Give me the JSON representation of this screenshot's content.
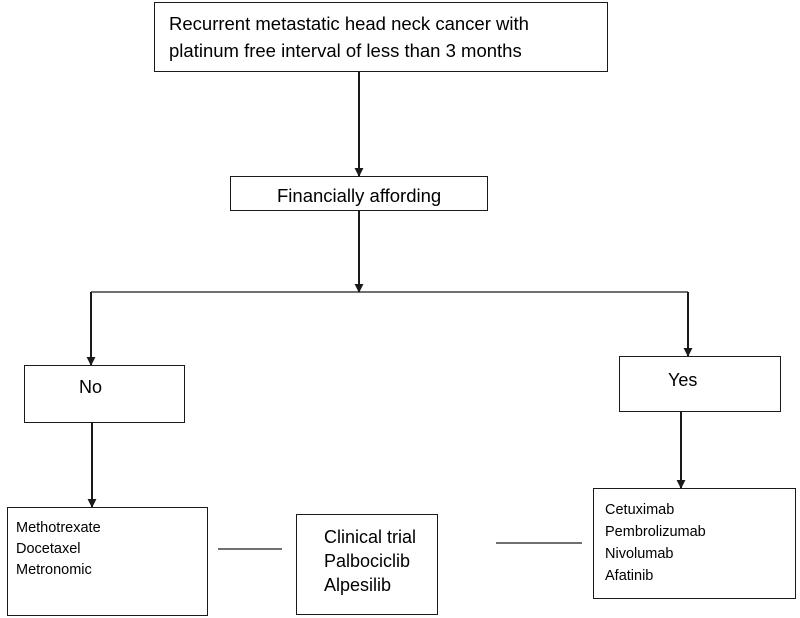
{
  "diagram": {
    "root": {
      "lines": [
        "Recurrent metastatic head neck cancer with",
        "platinum free interval of less than 3 months"
      ]
    },
    "decision": {
      "label": "Financially affording"
    },
    "branches": {
      "no": {
        "label": "No",
        "options": [
          "Methotrexate",
          "Docetaxel",
          "Metronomic"
        ]
      },
      "yes": {
        "label": "Yes",
        "options": [
          "Cetuximab",
          "Pembrolizumab",
          "Nivolumab",
          "Afatinib"
        ]
      }
    },
    "shared": {
      "options": [
        "Clinical trial",
        "Palbociclib",
        "Alpesilib"
      ]
    }
  },
  "colors": {
    "line": "#1a1a1a",
    "background": "#ffffff",
    "text": "#000000"
  }
}
